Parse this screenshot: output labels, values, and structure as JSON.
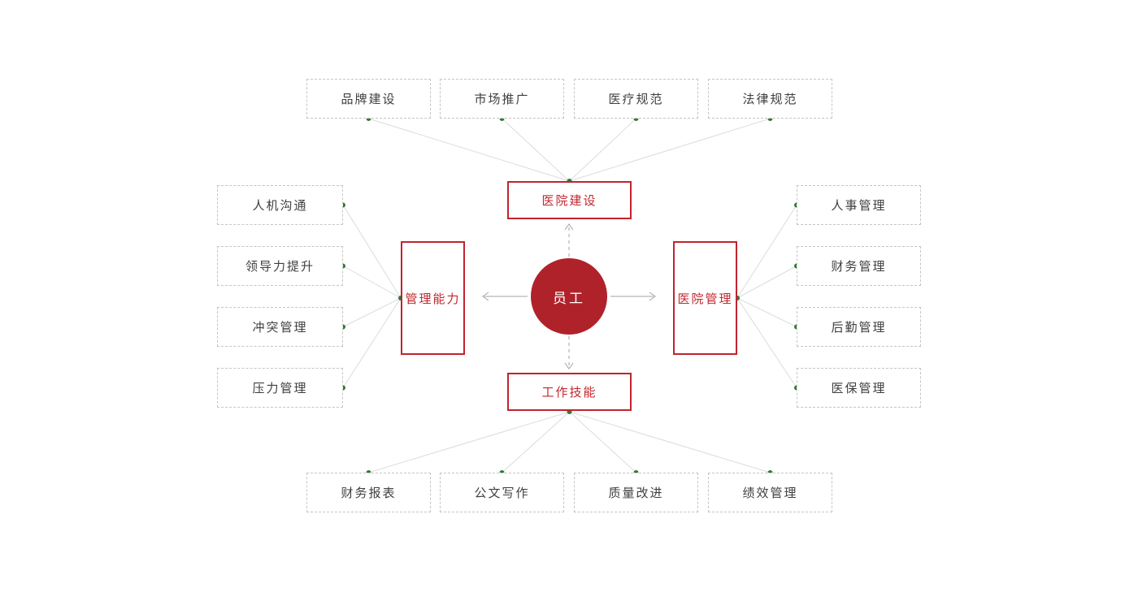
{
  "diagram": {
    "center": {
      "label": "员工"
    },
    "branches": {
      "top": {
        "label": "医院建设",
        "leaves": [
          "品牌建设",
          "市场推广",
          "医疗规范",
          "法律规范"
        ]
      },
      "left": {
        "label": "管理能力",
        "leaves": [
          "人机沟通",
          "领导力提升",
          "冲突管理",
          "压力管理"
        ]
      },
      "right": {
        "label": "医院管理",
        "leaves": [
          "人事管理",
          "财务管理",
          "后勤管理",
          "医保管理"
        ]
      },
      "bottom": {
        "label": "工作技能",
        "leaves": [
          "财务报表",
          "公文写作",
          "质量改进",
          "绩效管理"
        ]
      }
    },
    "colors": {
      "center_fill": "#b0222a",
      "hub_border": "#c2232e",
      "hub_text": "#c1272d",
      "leaf_border": "#c5c5c5",
      "leaf_text": "#3f3f3f",
      "connector_line": "#dcdcdc",
      "connector_dot": "#2e7d32",
      "arrow": "#9e9e9e"
    }
  }
}
